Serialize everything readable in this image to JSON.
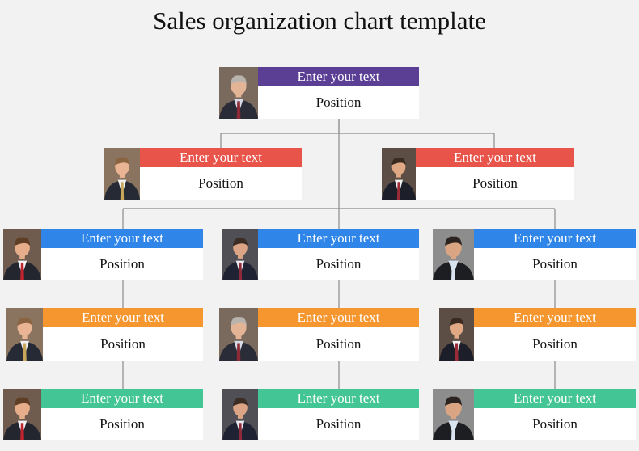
{
  "title": "Sales organization chart template",
  "colors": {
    "purple": "#5b3f95",
    "red": "#e8534a",
    "blue": "#2f86e8",
    "orange": "#f6962f",
    "green": "#43c595",
    "connector": "#8c8c8c"
  },
  "nodes": [
    {
      "name": "node-top",
      "header": "Enter your text",
      "position": "Position",
      "color": "purple",
      "photo": "man-gray-hair"
    },
    {
      "name": "node-level2-left",
      "header": "Enter your text",
      "position": "Position",
      "color": "red",
      "photo": "man-glasses-light"
    },
    {
      "name": "node-level2-right",
      "header": "Enter your text",
      "position": "Position",
      "color": "red",
      "photo": "man-dark-suit"
    },
    {
      "name": "node-col1-row1",
      "header": "Enter your text",
      "position": "Position",
      "color": "blue",
      "photo": "man-red-tie"
    },
    {
      "name": "node-col2-row1",
      "header": "Enter your text",
      "position": "Position",
      "color": "blue",
      "photo": "man-navy-suit"
    },
    {
      "name": "node-col3-row1",
      "header": "Enter your text",
      "position": "Position",
      "color": "blue",
      "photo": "man-light-shirt"
    },
    {
      "name": "node-col1-row2",
      "header": "Enter your text",
      "position": "Position",
      "color": "orange",
      "photo": "man-glasses-light"
    },
    {
      "name": "node-col2-row2",
      "header": "Enter your text",
      "position": "Position",
      "color": "orange",
      "photo": "man-gray-hair"
    },
    {
      "name": "node-col3-row2",
      "header": "Enter your text",
      "position": "Position",
      "color": "orange",
      "photo": "man-dark-suit"
    },
    {
      "name": "node-col1-row3",
      "header": "Enter your text",
      "position": "Position",
      "color": "green",
      "photo": "man-red-tie"
    },
    {
      "name": "node-col2-row3",
      "header": "Enter your text",
      "position": "Position",
      "color": "green",
      "photo": "man-navy-suit"
    },
    {
      "name": "node-col3-row3",
      "header": "Enter your text",
      "position": "Position",
      "color": "green",
      "photo": "man-light-shirt"
    }
  ]
}
